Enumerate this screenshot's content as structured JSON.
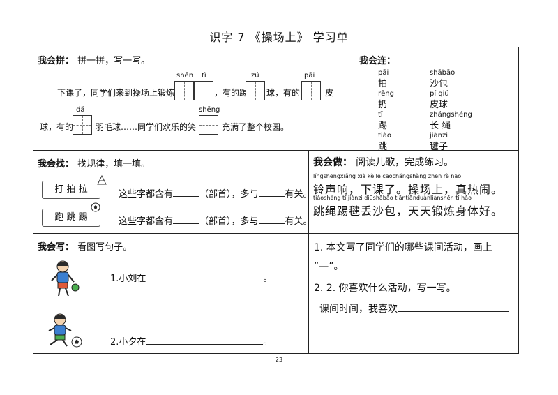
{
  "title": "识字 7 《操场上》 学习单",
  "page_number": "23",
  "pin": {
    "label": "我会拼：",
    "instruction": "拼一拼，写一写。",
    "line1_a": "下课了，同学们来到操场上锻炼",
    "line1_b": "，有的踢",
    "line1_c": "球，有的",
    "line1_d": "皮",
    "line2_a": "球，有的",
    "line2_b": "羽毛球……同学们欢乐的笑",
    "line2_c": "充满了整个校园。",
    "pinyin": [
      "shēn",
      "tǐ",
      "zú",
      "pāi",
      "dǎ",
      "shēng"
    ]
  },
  "lian": {
    "label": "我会连：",
    "left": [
      {
        "py": "pāi",
        "hz": "拍"
      },
      {
        "py": "rēng",
        "hz": "扔"
      },
      {
        "py": "tī",
        "hz": "踢"
      },
      {
        "py": "tiào",
        "hz": "跳"
      }
    ],
    "right": [
      {
        "py": "shābāo",
        "hz": "沙包"
      },
      {
        "py": "pí qiú",
        "hz": "皮球"
      },
      {
        "py": "zhǎngshéng",
        "hz": "长 绳"
      },
      {
        "py": "jiànzi",
        "hz": "毽子"
      }
    ]
  },
  "zhao": {
    "label": "我会找：",
    "instruction": "找规律，填一填。",
    "group1": "打 拍 拉",
    "group2": "跑 跳 踢",
    "sentence_a": "这些字都含有",
    "sentence_b": "（部首），多与",
    "sentence_c": "有关。"
  },
  "zuo": {
    "label": "我会做：",
    "instruction": "阅读儿歌，完成练习。",
    "py1": "língshēngxiǎng  xià kè le  cāochǎngshàng  zhēn rè nao",
    "line1": "铃声响，下课了。操场上，真热闹。",
    "py2": "tiàoshéng tī jiànzi diūshābāo  tiāntiānduànliànshēn tǐ hǎo",
    "line2": "跳绳踢毽丢沙包，天天锻炼身体好。",
    "q1a": "1.  本文写了同学们的哪些课间活动，画上",
    "q1b": "“—”。",
    "q2": "2.  2.  你喜欢什么活动，写一写。",
    "q2_answer": "课间时间，我喜欢"
  },
  "xie": {
    "label": "我会写：",
    "instruction": "看图写句子。",
    "s1": "1.小刘在",
    "s2": "2.小夕在",
    "end": "。"
  }
}
